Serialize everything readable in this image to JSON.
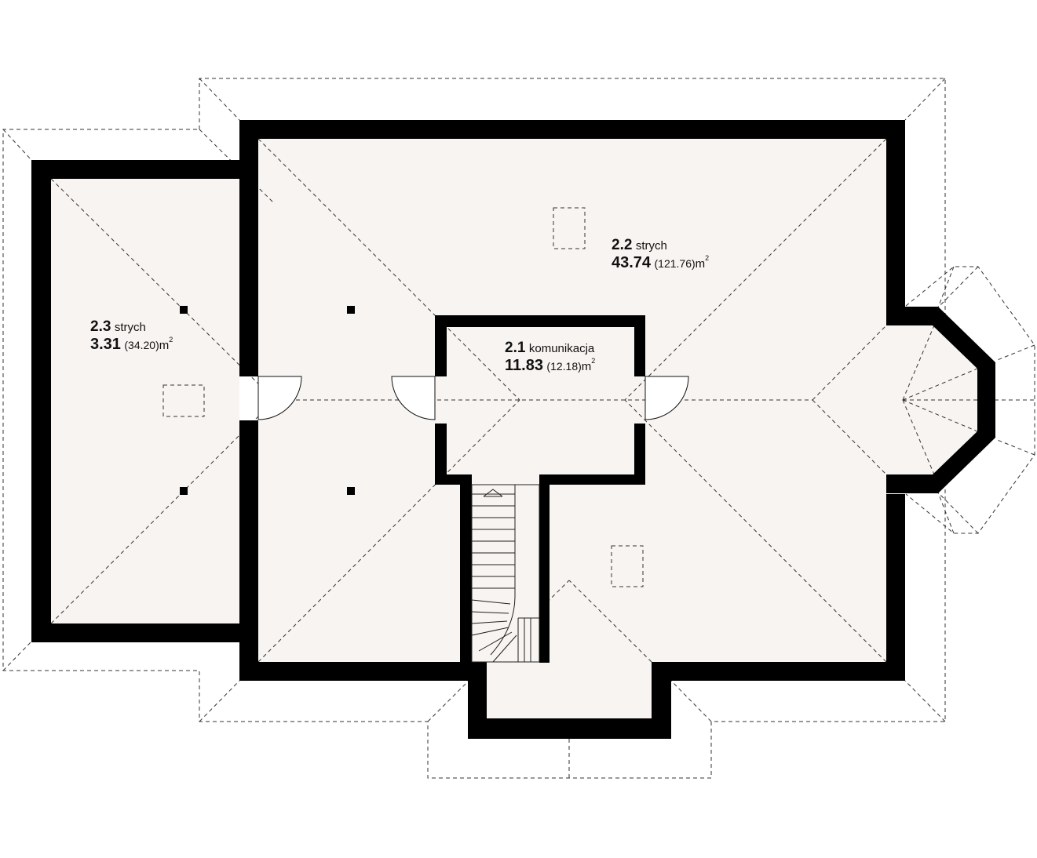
{
  "colors": {
    "wall": "#000000",
    "floor": "#f8f4f1",
    "line": "#333333",
    "background": "#ffffff"
  },
  "rooms": [
    {
      "number": "2.1",
      "name": "komunikacja",
      "area": "11.83",
      "total": "(12.18)",
      "unit": "m",
      "sup": "2"
    },
    {
      "number": "2.2",
      "name": "strych",
      "area": "43.74",
      "total": "(121.76)",
      "unit": "m",
      "sup": "2"
    },
    {
      "number": "2.3",
      "name": "strych",
      "area": "3.31",
      "total": "(34.20)",
      "unit": "m",
      "sup": "2"
    }
  ]
}
